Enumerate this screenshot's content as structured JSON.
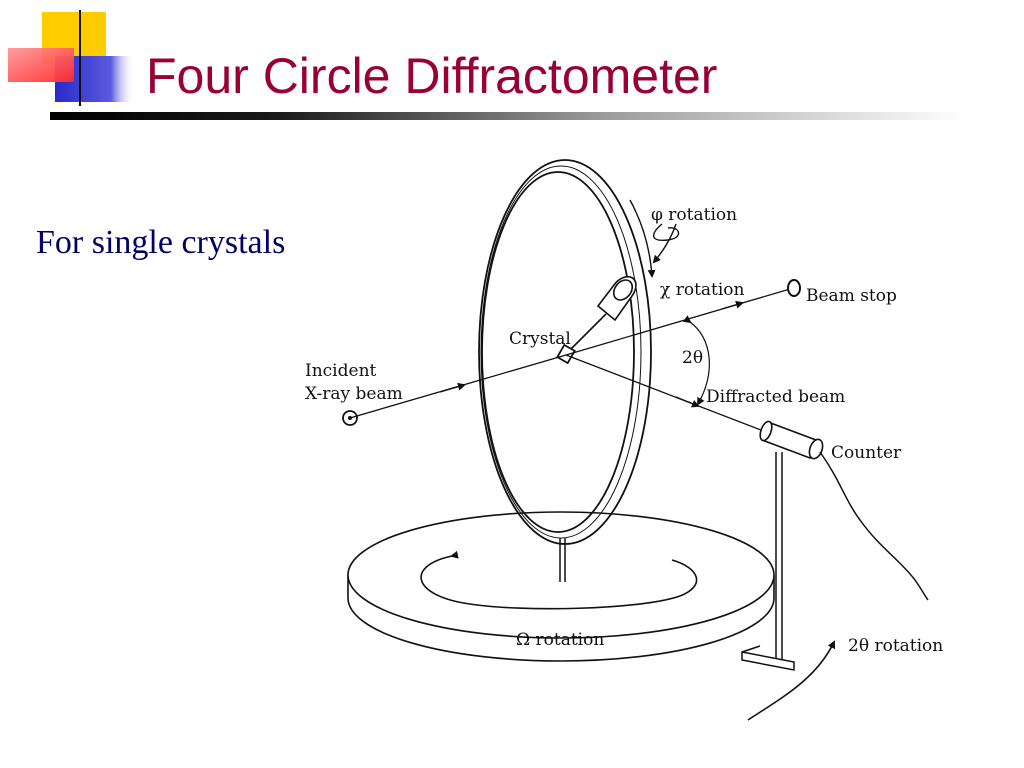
{
  "slide": {
    "title": "Four Circle Diffractometer",
    "bullet": "For single crystals"
  },
  "colors": {
    "title": "#990033",
    "bullet": "#000066",
    "logo_yellow": "#ffcc00",
    "logo_red": "#ff3333",
    "logo_blue": "#3333cc"
  },
  "figure": {
    "labels": {
      "phi_rotation": "φ rotation",
      "chi_rotation": "χ rotation",
      "beam_stop": "Beam stop",
      "crystal": "Crystal",
      "two_theta": "2θ",
      "incident_line1": "Incident",
      "incident_line2": "X-ray beam",
      "diffracted_beam": "Diffracted beam",
      "counter": "Counter",
      "omega_rotation": "Ω rotation",
      "two_theta_rotation": "2θ rotation"
    }
  }
}
